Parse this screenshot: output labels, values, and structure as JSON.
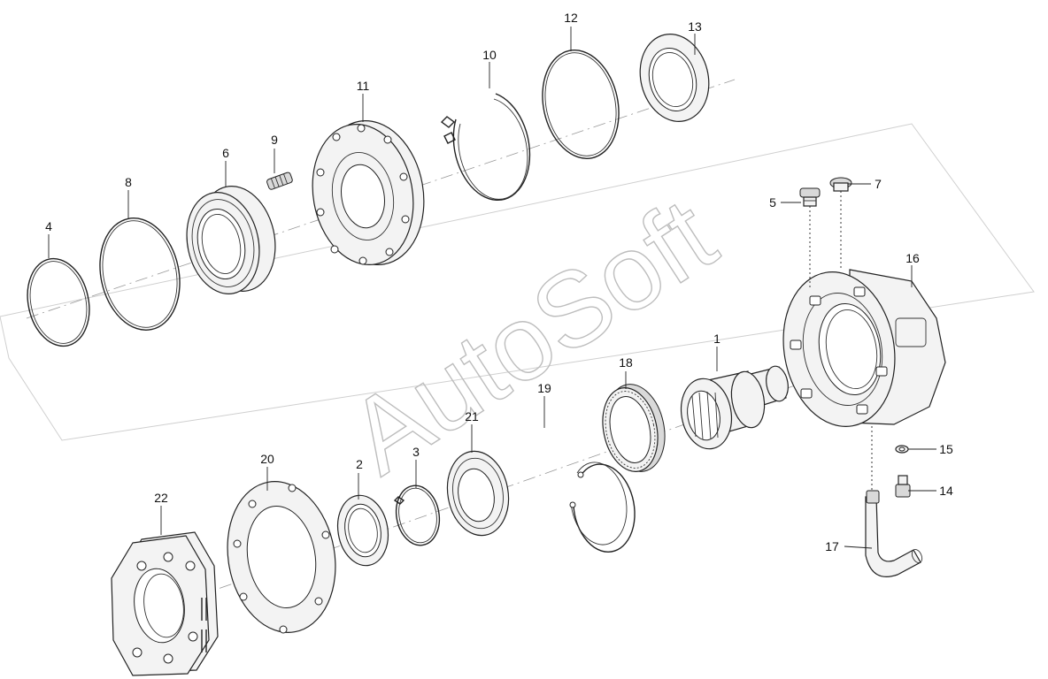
{
  "watermark": "AutoSoft",
  "callouts": {
    "p1": "1",
    "p2": "2",
    "p3": "3",
    "p4": "4",
    "p5": "5",
    "p6": "6",
    "p7": "7",
    "p8": "8",
    "p9": "9",
    "p10": "10",
    "p11": "11",
    "p12": "12",
    "p13": "13",
    "p14": "14",
    "p15": "15",
    "p16": "16",
    "p17": "17",
    "p18": "18",
    "p19": "19",
    "p20": "20",
    "p21": "21",
    "p22": "22"
  }
}
